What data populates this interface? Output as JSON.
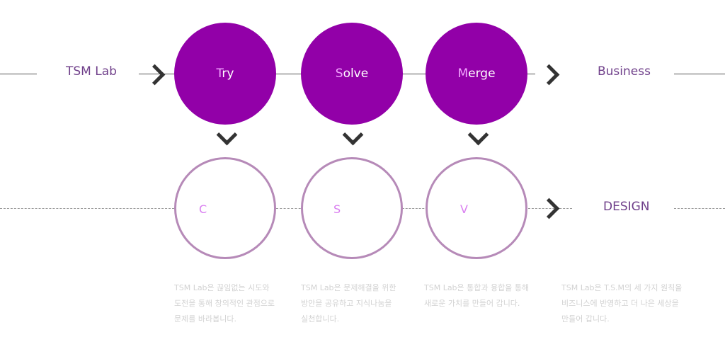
{
  "top_row": {
    "start_label": "TSM Lab",
    "end_label": "Business",
    "steps": [
      {
        "initial": "T",
        "rest": "ry"
      },
      {
        "initial": "S",
        "rest": "olve"
      },
      {
        "initial": "M",
        "rest": "erge"
      }
    ]
  },
  "bottom_row": {
    "end_label": "DESIGN",
    "letters": [
      "C",
      "S",
      "V"
    ]
  },
  "captions": [
    [
      "TSM Lab은 끊임없는 시도와",
      "도전을 통해 창의적인 관점으로",
      "문제를 바라봅니다."
    ],
    [
      "TSM Lab은 문제해결을 위한",
      "방안을 공유하고 지식나눔을",
      "실천합니다."
    ],
    [
      "TSM Lab은 통합과 융합을 통해",
      "새로운 가치를 만들어 갑니다."
    ],
    [
      "TSM Lab은 T.S.M의 세 가지 원칙을",
      "비즈니스에 반영하고 더 나은 세상을",
      "만들어 갑니다."
    ]
  ],
  "colors": {
    "filled_circle": "#9200a8",
    "initial_highlight": "#f2a6ff",
    "outline_circle": "#b68ab8",
    "label": "#6f3f8a",
    "caption": "#d2d2d2"
  }
}
